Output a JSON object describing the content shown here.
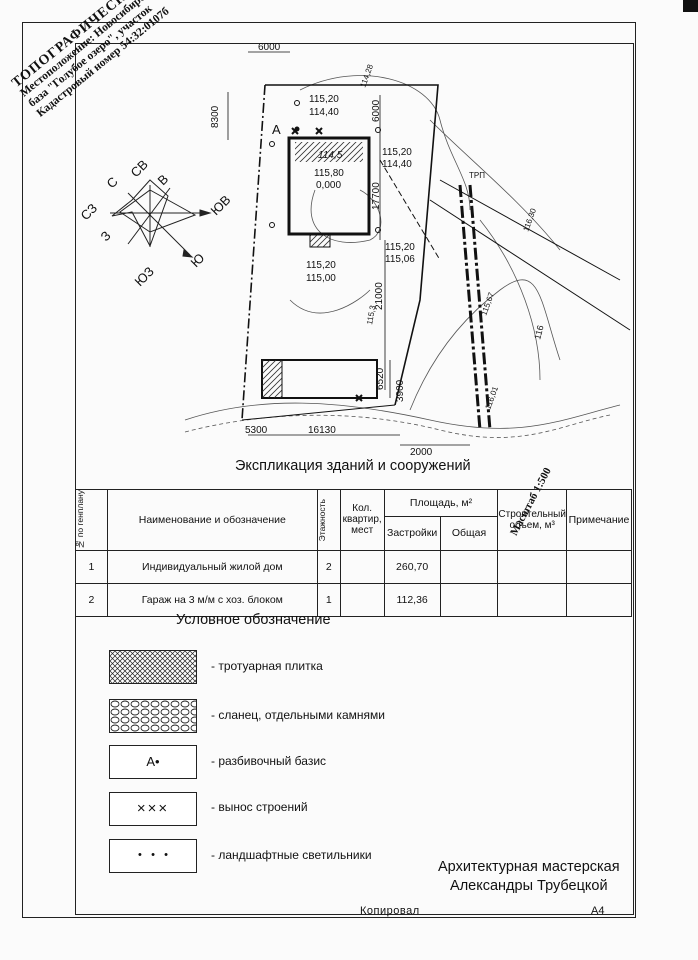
{
  "stamp": {
    "line1": "ТОПОГРАФИЧЕСКИ",
    "line2": "Местоположение: Новосибирская облас",
    "line3": "база \"Голубое озеро\", участок",
    "line4": "Кадастровый номер 54:32:0107б"
  },
  "compass": {
    "n": "С",
    "nw": "СЗ",
    "ne": "СВ",
    "e": "В",
    "w": "З",
    "sw": "ЮЗ",
    "se": "ЮВ",
    "s": "Ю"
  },
  "plan": {
    "dims": [
      "6000",
      "8300",
      "6000",
      "17700",
      "21000",
      "6520",
      "3900",
      "5300",
      "16130",
      "2000"
    ],
    "levels": [
      "115,20",
      "114,40",
      "114,5",
      "115,20",
      "114,40",
      "115,80",
      "0,000",
      "115,20",
      "115,06",
      "115,20",
      "115,00",
      "114,28",
      "116,30",
      "115,67",
      "116,01",
      "116",
      "115,3"
    ],
    "point_label": "А",
    "trp": "ТРП"
  },
  "scale": "Масштаб 1:500",
  "explication": {
    "title": "Экспликация зданий и сооружений",
    "headers": {
      "num": "№ по генплану",
      "name": "Наименование и обозначение",
      "floors": "Этажность",
      "apts": "Кол. квартир, мест",
      "area": "Площадь, м²",
      "built": "Застройки",
      "total": "Общая",
      "volume": "Строительный объем, м³",
      "note": "Примечание"
    },
    "rows": [
      {
        "num": "1",
        "name": "Индивидуальный жилой дом",
        "floors": "2",
        "apts": "",
        "built": "260,70",
        "total": "",
        "volume": "",
        "note": ""
      },
      {
        "num": "2",
        "name": "Гараж на 3 м/м с хоз. блоком",
        "floors": "1",
        "apts": "",
        "built": "112,36",
        "total": "",
        "volume": "",
        "note": ""
      }
    ]
  },
  "legend": {
    "title": "Условное обозначение",
    "items": [
      {
        "symbol": "",
        "label": "- тротуарная плитка"
      },
      {
        "symbol": "",
        "label": "- сланец, отдельными камнями"
      },
      {
        "symbol": "А•",
        "label": "- разбивочный базис"
      },
      {
        "symbol": "×××",
        "label": "- вынос строений"
      },
      {
        "symbol": "•   •   •",
        "label": "- ландшафтные светильники"
      }
    ]
  },
  "studio": {
    "line1": "Архитектурная мастерская",
    "line2": "Александры Трубецкой"
  },
  "footer": {
    "copied": "Копировал",
    "format": "А4"
  }
}
